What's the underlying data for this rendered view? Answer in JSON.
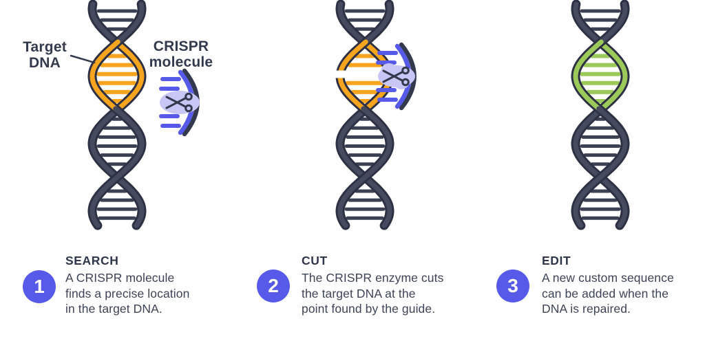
{
  "title": "CRISPR gene editing steps diagram",
  "colors": {
    "background": "#ffffff",
    "accent": "#575ae8",
    "accent_dark": "#343a4e",
    "lavender": "#c8c6f4",
    "orange": "#f7a41e",
    "green": "#9bc95a",
    "strand_fill": "#454a5e",
    "strand_outline": "#2d3143",
    "rung_dark": "#3b4052",
    "text_title": "#30364a",
    "text_body": "#3d4357"
  },
  "labels": {
    "target_dna": "Target\nDNA",
    "crispr_molecule": "CRISPR\nmolecule"
  },
  "icons": {
    "scissors": "scissors-icon",
    "guide_arc": "guide-rna-arc-icon",
    "enzyme_blob": "enzyme-blob-icon"
  },
  "panels": [
    {
      "name": "search",
      "highlight": "orange",
      "cut": false,
      "molecule": "detached"
    },
    {
      "name": "cut",
      "highlight": "orange",
      "cut": true,
      "molecule": "attached"
    },
    {
      "name": "edit",
      "highlight": "green",
      "cut": false,
      "molecule": "none"
    }
  ],
  "steps": [
    {
      "number": "1",
      "title": "SEARCH",
      "body": "A CRISPR molecule\nfinds a precise location\nin the target DNA."
    },
    {
      "number": "2",
      "title": "CUT",
      "body": "The CRISPR enzyme cuts\nthe target DNA at the\npoint found by the guide."
    },
    {
      "number": "3",
      "title": "EDIT",
      "body": "A new custom sequence\ncan be added when the\nDNA is repaired."
    }
  ]
}
